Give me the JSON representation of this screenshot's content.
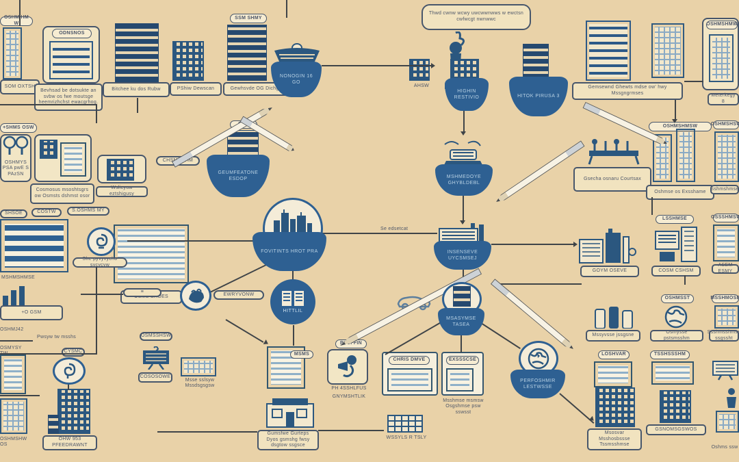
{
  "palette": {
    "bg": "#e9d2a8",
    "navy": "#2d5a88",
    "navy_dark": "#26496f",
    "cream": "#f2e6c5",
    "line": "#3f4448",
    "bowl_blue": "#2e6092",
    "bowl_text": "#b9d2e4",
    "label_text": "#4c5568"
  },
  "top": {
    "corner_header": "OSHMIHM W",
    "corner_caption": "SOM OXTSH",
    "odnsnos_header": "ODNSNOS",
    "odnsnos_caption": "Bevhsad be dotsukte an svbw os fwe moutsge heemrizhchst ewacgrhog.",
    "bitchee_caption": "Bitchee ku dos Rubw",
    "pshiw_caption": "PShiw Dewscan",
    "ssm_header": "SSM SHMY",
    "gewhsvde_caption": "Gewhsvde OG Dichgy",
    "boat_bowl": "NONOGIN 16 GO",
    "statue_note": "Thwd cwnw wcwy uwcwwnwws w ewctsn cwfwcgt nwnwwc",
    "ahsw_caption": "AHSW",
    "highin_bowl": "HIGHIN RESTIVIO",
    "hitok_bowl": "HITOK PIRUSA 3",
    "gemsewnd_caption": "Gemsewnd Ghewts mdse ow' hwy Mssgngrmses",
    "right_header": "OSHMSHMW",
    "meterkegy_caption": "Meterkegy 8"
  },
  "mid": {
    "left_header": "+SHMS OSW",
    "gauge_caption": "OSHMYS PSA pwE S PAzSN",
    "server_caption": "Cosmosus msoshtsgrs ow Osmsts dshmst osor",
    "wslicyuw_caption": "Wslicyuw eztshigusy",
    "chsmmshm_pill": "CHSMMSHM",
    "ssm_small_header": "SSM",
    "geumfeatone_bowl": "GEUMFEATONE ESDOP",
    "typewriter_bowl": "MSHMEDOYE GHYBLDEBL",
    "piano_caption": "Gsecha osnaru Courtsax",
    "r1_header": "OSHMSHMSW",
    "r1_caption": "Oshmse os Exsshame",
    "r2_header": "OSHMSHSW",
    "r2_caption": "Sshmshmse"
  },
  "center": {
    "pill_shsoe": "SHSOE",
    "pill_costw": "COSTW",
    "pill_soshms": "S.OSHMS MY",
    "panel_caption": "MSHMSHMSE",
    "doc_caption": "OSMS SHOES",
    "lamp_pill": "She pyvyvycho sycycyw",
    "hub_bowl": "FOVITINTS HROT PRA",
    "se_note": "Se edsetcat",
    "ao_caption": "+O GSM",
    "everyone_pill": "EWRYVONW",
    "hittle_label": "HITTLIL",
    "insenseve_bowl": "INSENSEVE UYCSMSEJ",
    "msasymse_bowl": "MSASYMSE TASEA"
  },
  "right": {
    "factory_caption": "GOYM OSEVE",
    "r3_header": "LSSHMSE",
    "r3_caption": "COSM CSHSM",
    "r4_header": "OSSSHMSW",
    "r4_caption": "ASEM ESMY",
    "tank_caption": "Mssyvsse jssgsne",
    "globe_caption": "Osmysse pstsmsshm",
    "bottles_caption": "Ssshmsshmse ssgssht",
    "oshmsst_header": "OSHMSST",
    "msshmose_header": "MSSHMOSE"
  },
  "bottom": {
    "osmsshsw_pill": "OSMSSHSW",
    "monitor_caption": "COSOSOWE",
    "machine_caption": "Msse sslsyw Mssdsgsgsw",
    "oshmj_label": "OSHMJ42",
    "pwsyw_label": "Pwsyw tw msshs",
    "cysmc_pill": "CYSMC",
    "ohw_caption": "OHW 953 PFEEDRAWNT",
    "docs_caption": "OSMYSY TW",
    "shops_caption": "OSHMSHW OS",
    "msms_tab": "MSMS",
    "store_caption": "Gumsfwe Gurteps Dyos gsmshg fwsy dsgtow ssgsce",
    "psuffin_pill": "PSUFFIN",
    "monkey_caption_1": "PH 4SSHLFUS",
    "monkey_caption_2": "GNYMSHTLIK",
    "chris_header": "CHRIS DMVE",
    "basket_caption": "WSSYLS R TSLY",
    "exs_header": "EXSSSCSE",
    "exs_caption": "Msshmse msmsw Osgshmse psw sswsst",
    "perf_bowl": "PERFOSHMIR LESTWSSE",
    "loshvar_header": "LOSHVAR",
    "bigbldg_caption": "Msosvar Msshosbssse Tssmsshmse",
    "tsshm_header": "TSSHSSSHM",
    "gsnom_caption": "GSNOMSGSWOS",
    "corner_caption": "Oshms ssw"
  }
}
